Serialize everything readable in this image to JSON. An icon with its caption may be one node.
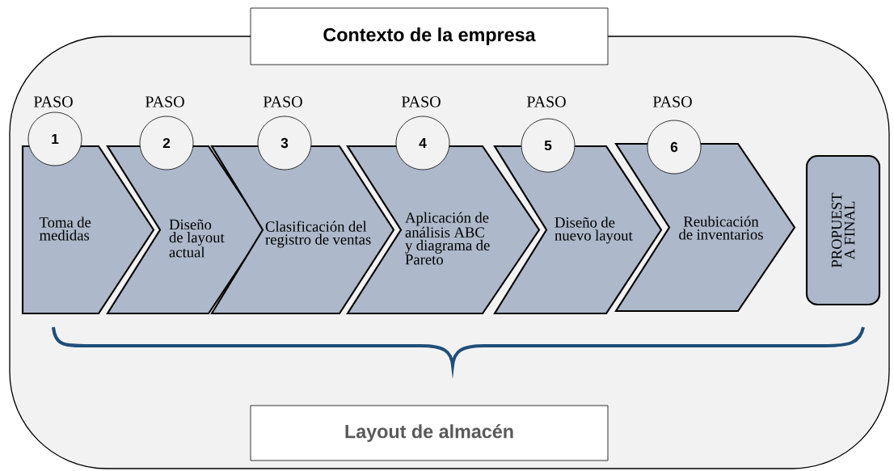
{
  "diagram": {
    "nodes": [
      {
        "text": [
          "Contexto de la empresa"
        ]
      },
      {
        "text": [
          "1"
        ],
        "beside": [
          "PASO"
        ]
      },
      {
        "text": [
          "2"
        ],
        "beside": [
          "PASO"
        ]
      },
      {
        "text": [
          "3"
        ],
        "beside": [
          "PASO"
        ]
      },
      {
        "text": [
          "4"
        ],
        "beside": [
          "PASO"
        ]
      },
      {
        "text": [
          "5"
        ],
        "beside": [
          "PASO"
        ]
      },
      {
        "text": [
          "6"
        ],
        "beside": [
          "PASO"
        ]
      },
      {
        "text": [
          "Toma de medidas"
        ]
      },
      {
        "text": [
          "Diseño de layout actual"
        ]
      },
      {
        "text": [
          "Clasificación del registro de ventas"
        ]
      },
      {
        "text": [
          "Aplicación de análisis ABC y diagrama de Pareto"
        ]
      },
      {
        "text": [
          "Diseño de nuevo layout"
        ]
      },
      {
        "text": [
          "Reubicación de inventarios"
        ]
      },
      {
        "text": [
          "PROPUEST A FINAL"
        ]
      },
      {
        "text": [
          "Layout de almacén"
        ]
      }
    ]
  }
}
